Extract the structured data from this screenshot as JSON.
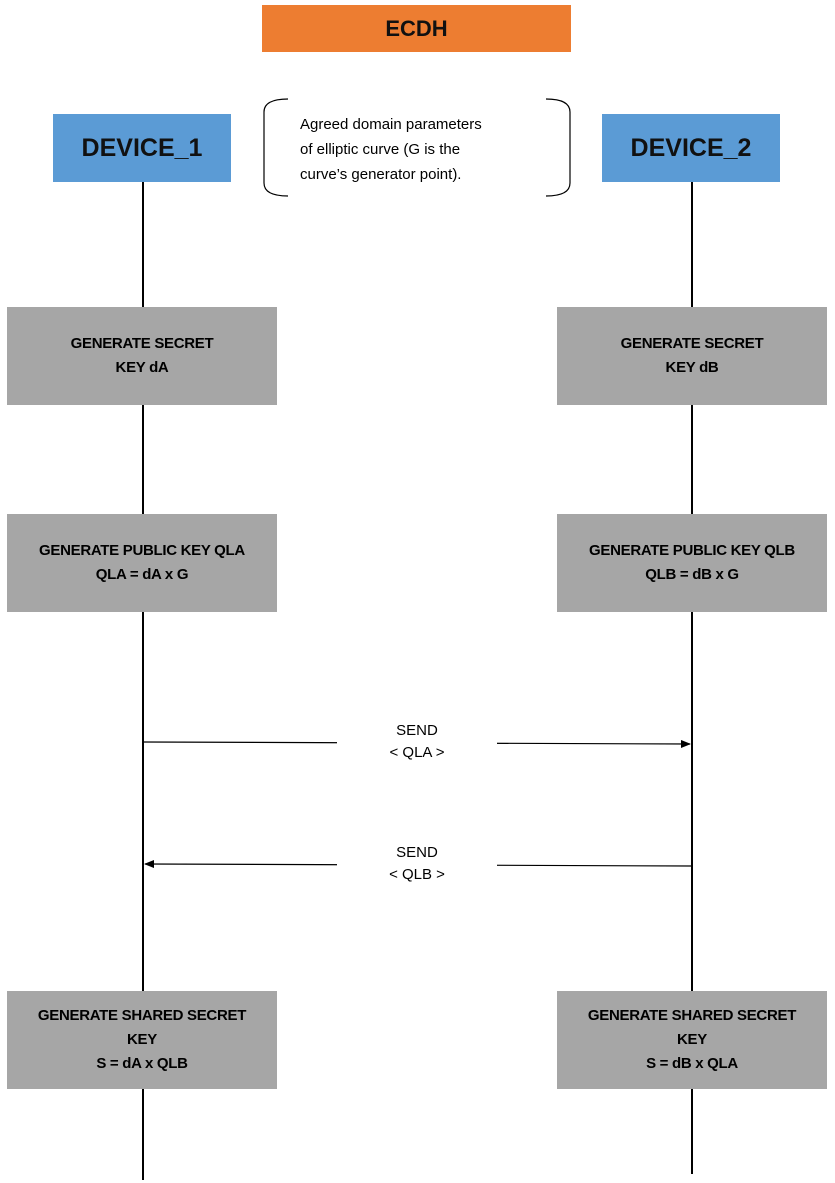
{
  "title": "ECDH",
  "devices": [
    {
      "label": "DEVICE_1"
    },
    {
      "label": "DEVICE_2"
    }
  ],
  "note": {
    "lines": [
      "Agreed domain parameters",
      "of elliptic curve (G is the",
      "curve’s generator point)."
    ]
  },
  "device1_steps": [
    {
      "lines": [
        "GENERATE SECRET",
        "KEY dA"
      ]
    },
    {
      "lines": [
        "GENERATE PUBLIC KEY QLA",
        "QLA = dA x G"
      ]
    },
    {
      "lines": [
        "GENERATE  SHARED SECRET",
        "KEY",
        "S = dA x QLB"
      ]
    }
  ],
  "device2_steps": [
    {
      "lines": [
        "GENERATE SECRET",
        "KEY dB"
      ]
    },
    {
      "lines": [
        "GENERATE PUBLIC KEY QLB",
        "QLB = dB x G"
      ]
    },
    {
      "lines": [
        "GENERATE  SHARED SECRET",
        "KEY",
        "S = dB x QLA"
      ]
    }
  ],
  "messages": [
    {
      "action": "SEND",
      "payload": "< QLA >",
      "from": "DEVICE_1",
      "to": "DEVICE_2"
    },
    {
      "action": "SEND",
      "payload": "< QLB >",
      "from": "DEVICE_2",
      "to": "DEVICE_1"
    }
  ],
  "colors": {
    "title_bg": "#ed7d31",
    "device_bg": "#5b9bd5",
    "step_bg": "#a6a6a6",
    "line": "#000000"
  }
}
